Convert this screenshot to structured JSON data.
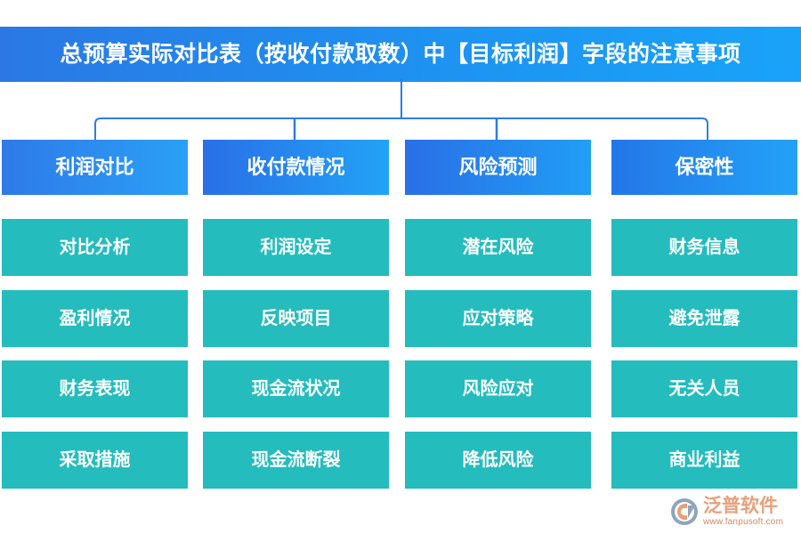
{
  "title": {
    "text": "总预算实际对比表（按收付款取数）中【目标利润】字段的注意事项"
  },
  "colors": {
    "title_gradient_start": "#2b78e4",
    "title_gradient_end": "#19a3f8",
    "header_box_gradient_start": "#2a6fe6",
    "header_box_gradient_end": "#22a3f7",
    "item_box": "#24bcbd",
    "connector_line": "#2f7ce8",
    "logo_text": "#e8a07a",
    "background": "#ffffff"
  },
  "columns": [
    {
      "header": "利润对比",
      "items": [
        "对比分析",
        "盈利情况",
        "财务表现",
        "采取措施"
      ]
    },
    {
      "header": "收付款情况",
      "items": [
        "利润设定",
        "反映项目",
        "现金流状况",
        "现金流断裂"
      ]
    },
    {
      "header": "风险预测",
      "items": [
        "潜在风险",
        "应对策略",
        "风险应对",
        "降低风险"
      ]
    },
    {
      "header": "保密性",
      "items": [
        "财务信息",
        "避免泄露",
        "无关人员",
        "商业利益"
      ]
    }
  ],
  "watermark": {
    "text": "泛普软件",
    "url": "www.fanpusoft.com"
  }
}
